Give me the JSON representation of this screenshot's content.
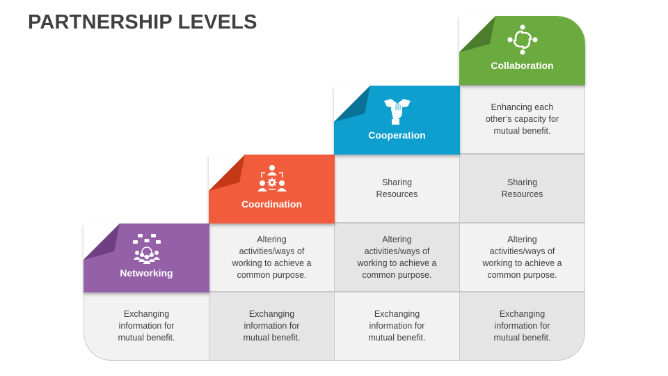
{
  "title": "PARTNERSHIP LEVELS",
  "colors": {
    "networking": "#9460a8",
    "coordination": "#f05c3c",
    "cooperation": "#0e9fcf",
    "collaboration": "#6aaa3f",
    "cell_light": "#f2f2f2",
    "cell_dark": "#e5e5e5",
    "text": "#404040"
  },
  "levels": [
    {
      "name": "Networking",
      "icon": "network-people-icon",
      "color": "#9460a8",
      "fold_color": "#6e3f82"
    },
    {
      "name": "Coordination",
      "icon": "team-gear-icon",
      "color": "#f05c3c",
      "fold_color": "#c43a17"
    },
    {
      "name": "Cooperation",
      "icon": "joined-hands-icon",
      "color": "#0e9fcf",
      "fold_color": "#0b7196"
    },
    {
      "name": "Collaboration",
      "icon": "interlinked-people-icon",
      "color": "#6aaa3f",
      "fold_color": "#4b7d2c"
    }
  ],
  "descriptions": {
    "networking": "Exchanging\ninformation for\nmutual benefit.",
    "coordination": "Altering\nactivities/ways of\nworking to achieve a\ncommon purpose.",
    "cooperation": "Sharing\nResources",
    "collaboration": "Enhancing each\nother’s capacity for\nmutual benefit."
  },
  "grid": {
    "columns": [
      {
        "level": "Networking",
        "cells": [
          "Exchanging\ninformation for\nmutual benefit."
        ]
      },
      {
        "level": "Coordination",
        "cells": [
          "Altering\nactivities/ways of\nworking to achieve a\ncommon purpose.",
          "Exchanging\ninformation for\nmutual benefit."
        ]
      },
      {
        "level": "Cooperation",
        "cells": [
          "Sharing\nResources",
          "Altering\nactivities/ways of\nworking to achieve a\ncommon purpose.",
          "Exchanging\ninformation for\nmutual benefit."
        ]
      },
      {
        "level": "Collaboration",
        "cells": [
          "Enhancing each\nother’s capacity for\nmutual benefit.",
          "Sharing\nResources",
          "Altering\nactivities/ways of\nworking to achieve a\ncommon purpose.",
          "Exchanging\ninformation for\nmutual benefit."
        ]
      }
    ]
  }
}
